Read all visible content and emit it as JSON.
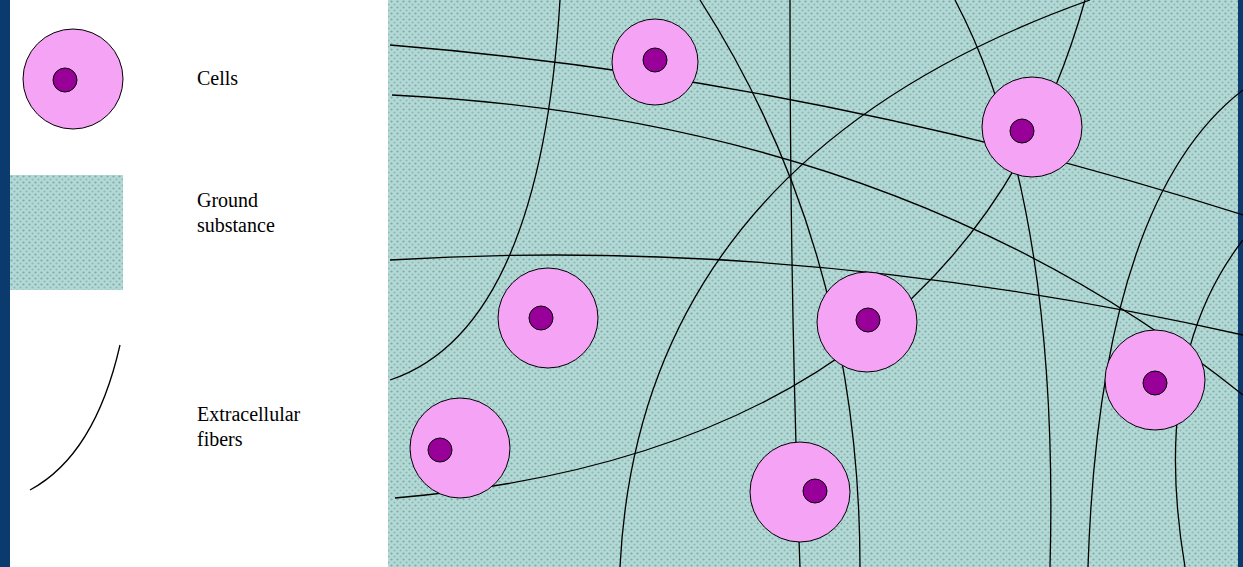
{
  "diagram": {
    "legend": [
      {
        "text": "Cells"
      },
      {
        "text": "Ground substance",
        "color": "#b2d9d5"
      },
      {
        "text": "Extracellular fibers"
      }
    ]
  }
}
